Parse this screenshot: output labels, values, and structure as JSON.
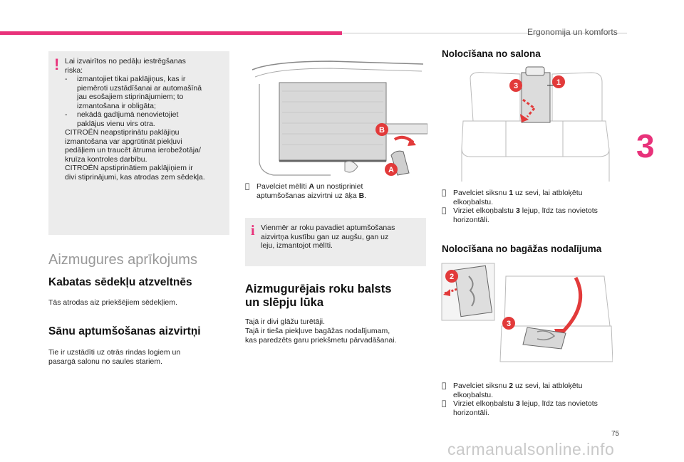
{
  "header": {
    "title": "Ergonomija un komforts"
  },
  "chapter_number": "3",
  "page_number": "75",
  "watermark": "carmanualsonline.info",
  "warning": {
    "lines": [
      "Lai izvairītos no pedāļu iestrēgšanas",
      "riska:"
    ],
    "dash_items": [
      [
        "izmantojiet tikai paklājiņus, kas ir",
        "piemēroti uzstādīšanai ar automašīnā",
        "jau esošajiem stiprinājumiem; to",
        "izmantošana ir obligāta;"
      ],
      [
        "nekādā gadījumā nenovietojiet",
        "paklājus vienu virs otra."
      ]
    ],
    "tail_lines": [
      "CITROËN neapstiprinātu paklājiņu",
      "izmantošana var apgrūtināt piekļuvi",
      "pedāļiem un traucēt ātruma ierobežotāja/",
      "kruīza kontroles darbību.",
      "CITROËN apstiprinātiem paklājiņiem ir",
      "divi stiprinājumi, kas atrodas zem sēdekļa."
    ],
    "dash": "-"
  },
  "rear": {
    "section_title": "Aizmugures aprīkojums",
    "pockets_title": "Kabatas sēdekļu atzveltnēs",
    "pockets_text": "Tās atrodas aiz priekšējiem sēdekļiem.",
    "blinds_title": "Sānu aptumšošanas aizvirtņi",
    "blinds_text": [
      "Tie ir uzstādīti uz otrās rindas logiem un",
      "pasargā salonu no saules stariem."
    ]
  },
  "middle": {
    "figure_labels": {
      "a": "A",
      "b": "B"
    },
    "bullet_mark": "",
    "instruction": [
      "Pavelciet mēlīti ",
      "A",
      " un nostipriniet",
      "aptumšošanas aizvirtni uz āķa ",
      "B",
      "."
    ],
    "info_lines": [
      "Vienmēr ar roku pavadiet aptumšošanas",
      "aizvirtņa kustību gan uz augšu, gan uz",
      "leju, izmantojot mēlīti."
    ],
    "armrest_title_1": "Aizmugurējais roku balsts",
    "armrest_title_2": "un slēpju lūka",
    "armrest_text": [
      "Tajā ir divi glāžu turētāji.",
      "Tajā ir tieša piekļuve bagāžas nodalījumam,",
      "kas paredzēts garu priekšmetu pārvadāšanai."
    ]
  },
  "right": {
    "cabin_title": "Nolocīšana no salona",
    "cabin_labels": {
      "one": "1",
      "three": "3"
    },
    "cabin_steps": [
      {
        "pre": "Pavelciet siksnu ",
        "num": "1",
        "post": " uz sevi, lai atbloķētu",
        "line2": "elkoņbalstu."
      },
      {
        "pre": "Virziet elkoņbalstu ",
        "num": "3",
        "post": " lejup, līdz tas novietots",
        "line2": "horizontāli."
      }
    ],
    "boot_title": "Nolocīšana no bagāžas nodalījuma",
    "boot_labels": {
      "two": "2",
      "three": "3"
    },
    "boot_steps": [
      {
        "pre": "Pavelciet siksnu ",
        "num": "2",
        "post": " uz sevi, lai atbloķētu",
        "line2": "elkoņbalstu."
      },
      {
        "pre": "Virziet elkoņbalstu ",
        "num": "3",
        "post": " lejup, līdz tas novietots",
        "line2": "horizontāli."
      }
    ]
  },
  "colors": {
    "accent": "#e8327a",
    "box": "#ececec",
    "badge": "#e23a3a"
  }
}
